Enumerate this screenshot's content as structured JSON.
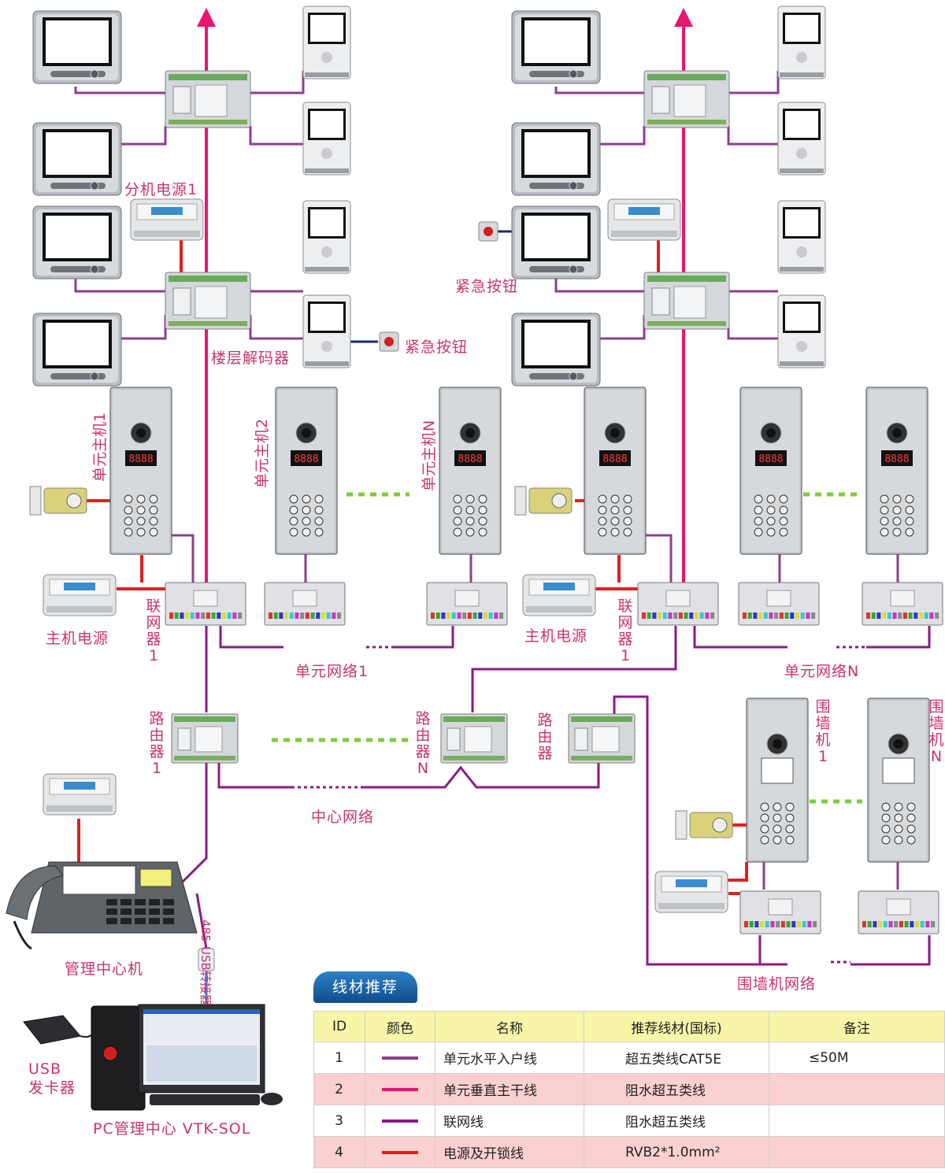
{
  "labels": {
    "ext_power_1": "分机电源1",
    "floor_decoder": "楼层解码器",
    "emergency_button_left": "紧急按钮",
    "emergency_button_right": "紧急按钮",
    "unit_host_1": "单元主机1",
    "unit_host_2": "单元主机2",
    "unit_host_n": "单元主机N",
    "host_power_left": "主机电源",
    "host_power_right": "主机电源",
    "networker_1_left": "联网器1",
    "networker_1_right": "联网器1",
    "unit_network_1": "单元网络1",
    "unit_network_n": "单元网络N",
    "router_1": "路由器1",
    "router_n": "路由器N",
    "router": "路由器",
    "center_network": "中心网络",
    "wall_unit_1": "围墙机1",
    "wall_unit_n": "围墙机N",
    "wall_network": "围墙机网络",
    "management_center": "管理中心机",
    "usb_converter": "485-USB转接器",
    "usb_card_issuer": "USB\n发卡器",
    "pc_center": "PC管理中心 VTK-SOL"
  },
  "panel_displays": [
    "8888",
    "8888",
    "8888",
    "8888",
    "8888",
    "8888"
  ],
  "wire_colors": {
    "horizontal": "#8e3d8e",
    "trunk": "#e8166e",
    "network": "#8a1a8a",
    "power": "#e02020",
    "emergency": "#1a2a6e",
    "dotted": "#7ccc3a"
  },
  "legend": {
    "title": "线材推荐",
    "headers": [
      "ID",
      "颜色",
      "名称",
      "推荐线材(国标)",
      "备注"
    ],
    "rows": [
      {
        "id": "1",
        "color": "#8e3d8e",
        "name": "单元水平入户线",
        "wire": "超五类线CAT5E",
        "note": "≤50M"
      },
      {
        "id": "2",
        "color": "#e8166e",
        "name": "单元垂直主干线",
        "wire": "阻水超五类线",
        "note": ""
      },
      {
        "id": "3",
        "color": "#8a1a8a",
        "name": "联网线",
        "wire": "阻水超五类线",
        "note": ""
      },
      {
        "id": "4",
        "color": "#e02020",
        "name": "电源及开锁线",
        "wire": "RVB2*1.0mm²",
        "note": ""
      }
    ]
  }
}
